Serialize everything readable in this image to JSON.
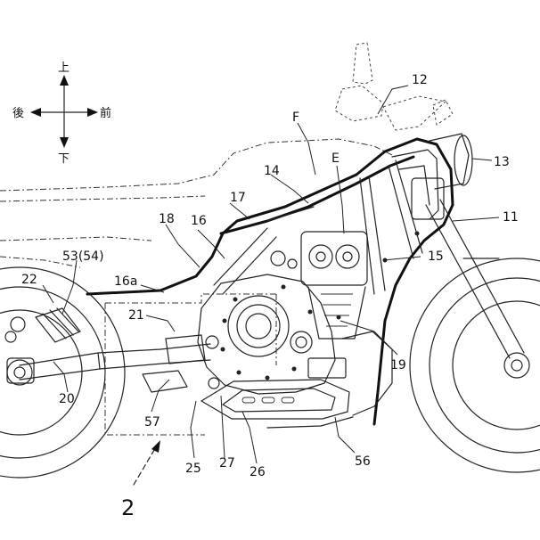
{
  "diagram": {
    "directions": {
      "up": "上",
      "down": "下",
      "rear": "後",
      "front": "前"
    },
    "reference_numerals": [
      "12",
      "13",
      "11",
      "F",
      "E",
      "14",
      "17",
      "18",
      "16",
      "15",
      "53(54)",
      "22",
      "16a",
      "21",
      "19",
      "20",
      "57",
      "25",
      "27",
      "26",
      "56"
    ],
    "view_label": "2"
  }
}
